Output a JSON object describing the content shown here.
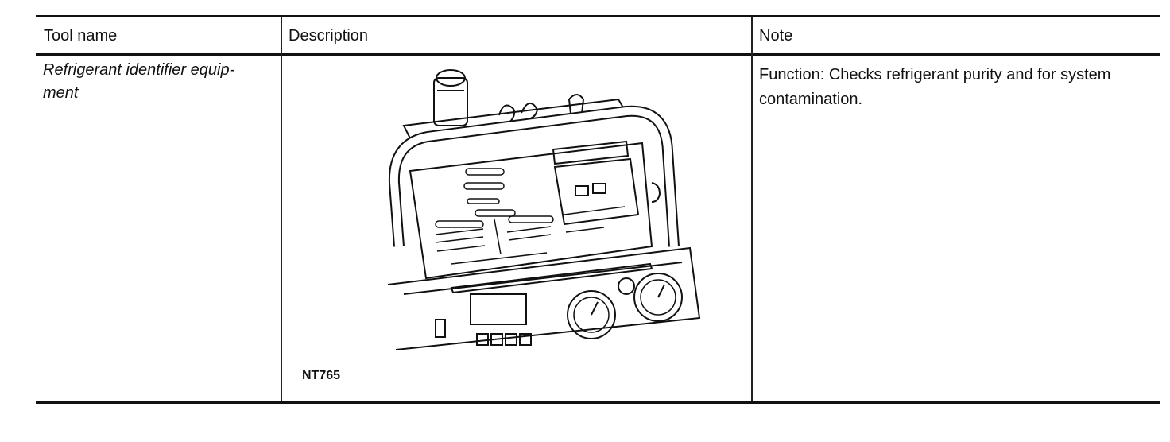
{
  "table": {
    "headers": {
      "tool_name": "Tool name",
      "description": "Description",
      "note": "Note"
    },
    "rows": [
      {
        "tool_name": "Refrigerant identifier equip-\nment",
        "figure_code": "NT765",
        "note": "Function: Checks refrigerant purity and for system contamination."
      }
    ]
  }
}
